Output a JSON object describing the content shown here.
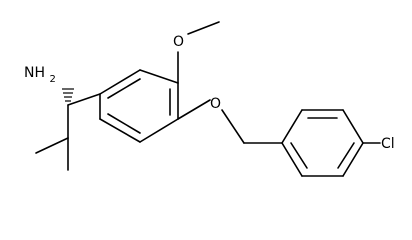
{
  "atoms": {
    "amine": {
      "element": "N",
      "text": "NH2",
      "main": "NH",
      "sub": "2"
    },
    "methoxy_oxygen": {
      "element": "O",
      "text": "O"
    },
    "ether_oxygen": {
      "element": "O",
      "text": "O"
    },
    "chlorine": {
      "element": "Cl",
      "text": "Cl"
    }
  },
  "colors": {
    "bonds": "#000000",
    "labels": "#000000"
  }
}
